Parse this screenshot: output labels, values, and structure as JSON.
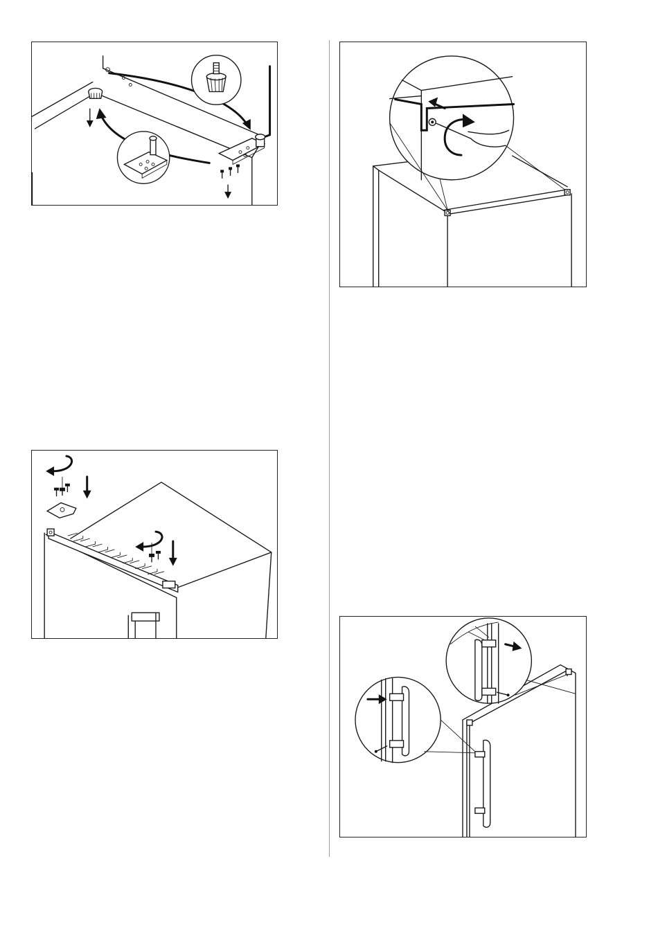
{
  "page": {
    "background": "#ffffff",
    "line_color": "#1a1a1a",
    "column_divider_color": "#9a9a9a"
  },
  "figures": [
    {
      "id": "fig1",
      "depicts": "foot-and-bottom-hinge-swap",
      "icons": [
        "adjustable-foot-icon",
        "bottom-hinge-bracket-icon",
        "screw-icon",
        "down-arrow-icon",
        "curved-arrow-icon"
      ]
    },
    {
      "id": "fig2",
      "depicts": "top-cover-screw-removal",
      "icons": [
        "screwdriver-icon",
        "rotate-arrow-icon",
        "push-arrow-icon"
      ]
    },
    {
      "id": "fig3",
      "depicts": "top-hinge-cover-removal",
      "icons": [
        "rotate-arrow-icon",
        "screw-icon",
        "down-arrow-icon",
        "hinge-cover-icon"
      ]
    },
    {
      "id": "fig4",
      "depicts": "door-handle-swap",
      "icons": [
        "door-handle-icon",
        "screw-icon",
        "push-arrow-icon"
      ]
    }
  ]
}
